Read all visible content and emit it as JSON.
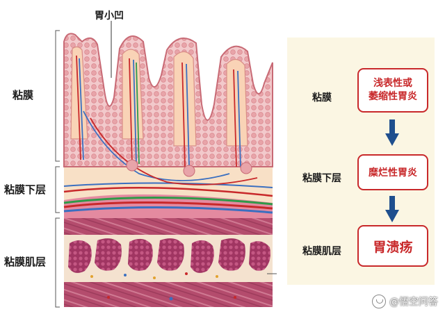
{
  "diagram": {
    "top_label": "胃小凹",
    "layers": {
      "mucosa": "粘膜",
      "submucosa": "粘膜下层",
      "muscularis": "粘膜肌层"
    }
  },
  "panel": {
    "rows": [
      {
        "layer": "粘膜",
        "condition_line1": "浅表性或",
        "condition_line2": "萎缩性胃炎"
      },
      {
        "layer": "粘膜下层",
        "condition": "糜烂性胃炎"
      },
      {
        "layer": "粘膜肌层",
        "condition": "胃溃疡"
      }
    ]
  },
  "watermark": {
    "text": "@悟空问答",
    "logo": "wukong-logo-icon"
  },
  "colors": {
    "accent_red": "#c8282a",
    "arrow_blue": "#1f4f8e",
    "panel_bg": "#fbf6e3",
    "tissue_pink": "#e89a9f",
    "muscle": "#b0486a"
  }
}
